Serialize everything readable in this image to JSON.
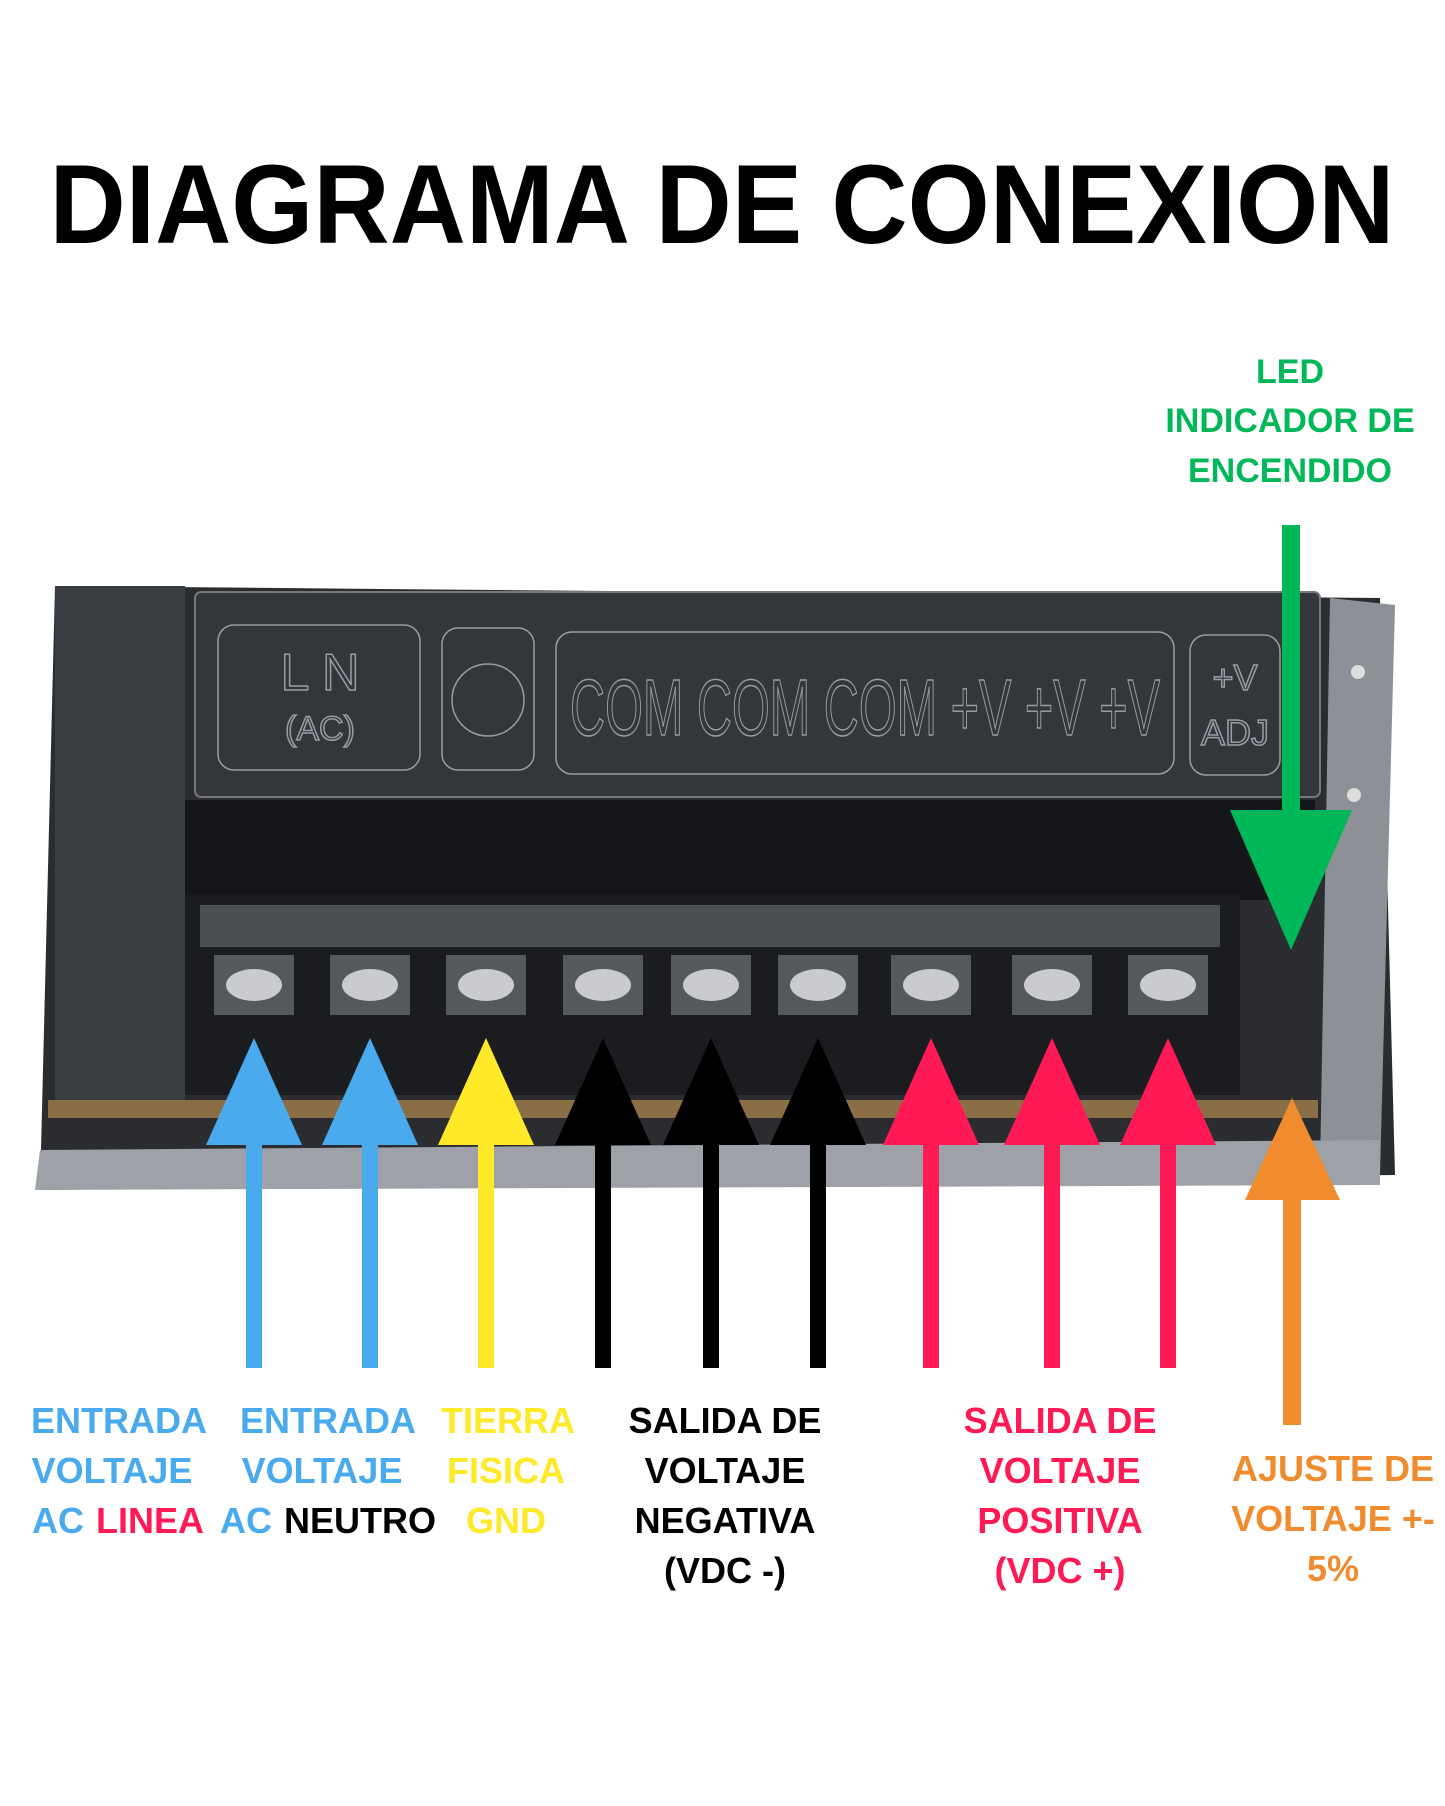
{
  "title": "DIAGRAMA DE CONEXION",
  "colors": {
    "blue": "#4aaaee",
    "red": "#ff1a55",
    "yellow": "#ffe928",
    "black": "#000000",
    "green": "#00b858",
    "orange": "#f08c2e"
  },
  "plate": {
    "ac": "L   N",
    "ac_sub": "(AC)",
    "terminals": "COM COM COM +V +V +V",
    "adj": "+V",
    "adj_sub": "ADJ"
  },
  "led_label": [
    "LED",
    "INDICADOR DE",
    "ENCENDIDO"
  ],
  "labels": {
    "ac_line": [
      "ENTRADA",
      "VOLTAJE",
      "AC",
      "LINEA"
    ],
    "ac_neutral": [
      "ENTRADA",
      "VOLTAJE",
      "AC",
      "NEUTRO"
    ],
    "ground": [
      "TIERRA",
      "FISICA",
      "GND"
    ],
    "negative": [
      "SALIDA DE",
      "VOLTAJE",
      "NEGATIVA",
      "(VDC -)"
    ],
    "positive": [
      "SALIDA DE",
      "VOLTAJE",
      "POSITIVA",
      "(VDC +)"
    ],
    "adjust": [
      "AJUSTE DE",
      "VOLTAJE +-",
      "5%"
    ]
  },
  "arrows": [
    {
      "terminal": "L",
      "color": "blue"
    },
    {
      "terminal": "N",
      "color": "blue"
    },
    {
      "terminal": "GND",
      "color": "yellow"
    },
    {
      "terminal": "COM",
      "color": "black"
    },
    {
      "terminal": "COM",
      "color": "black"
    },
    {
      "terminal": "COM",
      "color": "black"
    },
    {
      "terminal": "+V",
      "color": "red"
    },
    {
      "terminal": "+V",
      "color": "red"
    },
    {
      "terminal": "+V",
      "color": "red"
    }
  ]
}
